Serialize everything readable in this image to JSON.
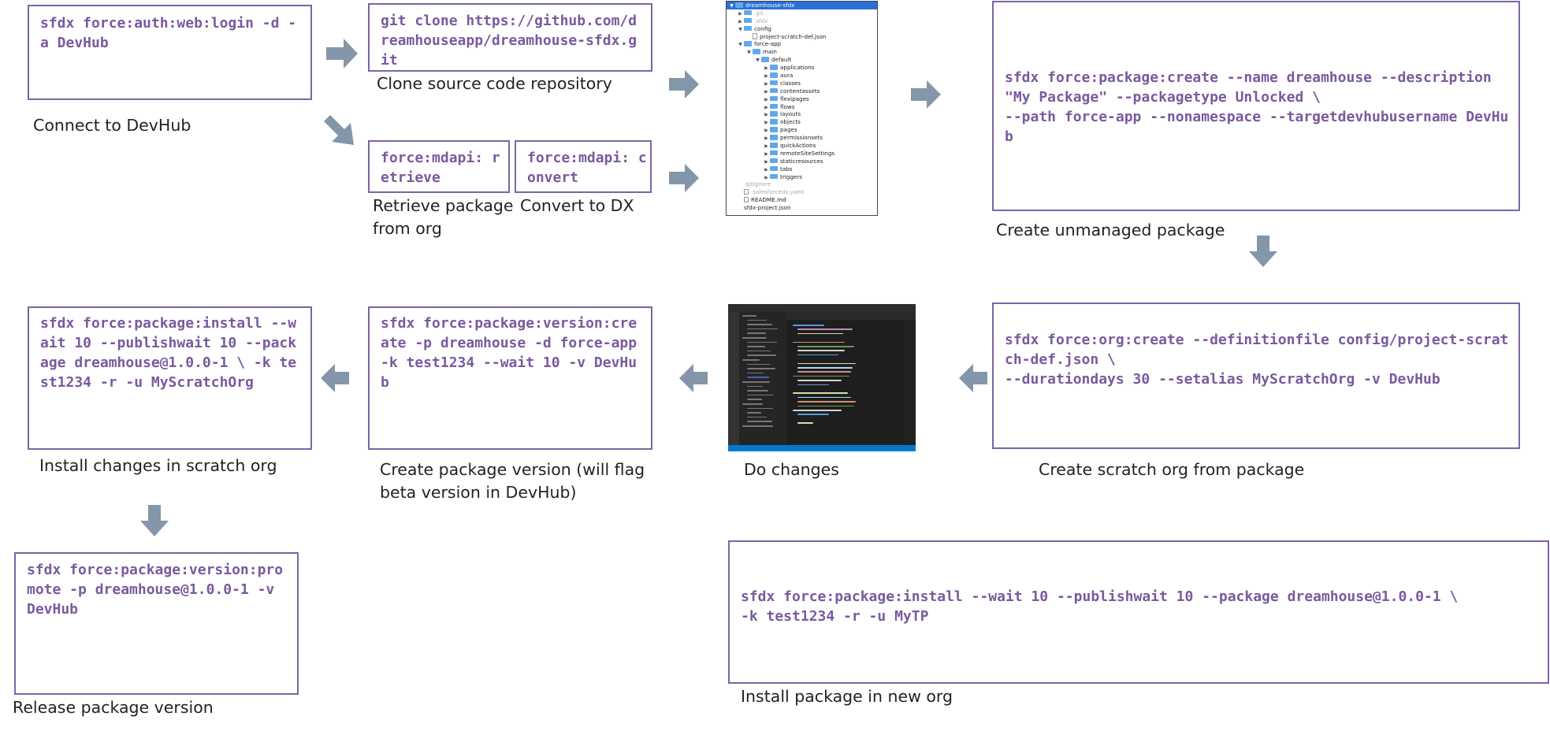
{
  "steps": {
    "connect": {
      "code": "sfdx force:auth:web:login -d -a DevHub",
      "caption": "Connect to DevHub"
    },
    "clone": {
      "code": "git clone https://github.com/dreamhouseapp/dreamhouse-sfdx.git",
      "caption": "Clone source code repository"
    },
    "retrieve": {
      "code": "force:mdapi: retrieve",
      "caption_l1": "Retrieve package",
      "caption_l2": "from org"
    },
    "convert": {
      "code": "force:mdapi: convert",
      "caption": "Convert to DX"
    },
    "create_package": {
      "code": "sfdx force:package:create --name dreamhouse --description \"My Package\" --packagetype Unlocked \\\n--path force-app --nonamespace --targetdevhubusername DevHub",
      "caption": "Create unmanaged package"
    },
    "scratch_org": {
      "code": "sfdx force:org:create --definitionfile config/project-scratch-def.json \\\n--durationdays 30 --setalias MyScratchOrg -v DevHub",
      "caption": "Create scratch org from package"
    },
    "do_changes": {
      "caption": "Do changes"
    },
    "package_version": {
      "code": "sfdx force:package:version:create -p dreamhouse -d force-app -k test1234 --wait 10 -v DevHub",
      "caption_l1": "Create package version (will flag",
      "caption_l2": "beta version in DevHub)"
    },
    "install_scratch": {
      "code": "sfdx force:package:install --wait 10 --publishwait 10 --package dreamhouse@1.0.0-1 \\ -k test1234 -r -u MyScratchOrg",
      "caption": "Install changes in scratch org"
    },
    "release": {
      "code": "sfdx force:package:version:promote -p dreamhouse@1.0.0-1 -v DevHub",
      "caption": "Release package version"
    },
    "install_new": {
      "code": "sfdx force:package:install --wait 10 --publishwait 10 --package dreamhouse@1.0.0-1 \\\n-k test1234 -r -u MyTP",
      "caption": "Install package in new org"
    }
  },
  "finder": {
    "rows": [
      {
        "indent": 0,
        "tri": "▼",
        "kind": "folder",
        "label": "dreamhouse-sfdx",
        "state": "selected"
      },
      {
        "indent": 1,
        "tri": "▶",
        "kind": "folder",
        "label": ".git",
        "state": "dim"
      },
      {
        "indent": 1,
        "tri": "▶",
        "kind": "folder",
        "label": ".sfdx",
        "state": "dim"
      },
      {
        "indent": 1,
        "tri": "▼",
        "kind": "folder",
        "label": "config",
        "state": ""
      },
      {
        "indent": 2,
        "tri": "",
        "kind": "file",
        "label": "project-scratch-def.json",
        "state": ""
      },
      {
        "indent": 1,
        "tri": "▼",
        "kind": "folder",
        "label": "force-app",
        "state": ""
      },
      {
        "indent": 2,
        "tri": "▼",
        "kind": "folder",
        "label": "main",
        "state": ""
      },
      {
        "indent": 3,
        "tri": "▼",
        "kind": "folder",
        "label": "default",
        "state": ""
      },
      {
        "indent": 4,
        "tri": "▶",
        "kind": "folder",
        "label": "applications",
        "state": ""
      },
      {
        "indent": 4,
        "tri": "▶",
        "kind": "folder",
        "label": "aura",
        "state": ""
      },
      {
        "indent": 4,
        "tri": "▶",
        "kind": "folder",
        "label": "classes",
        "state": ""
      },
      {
        "indent": 4,
        "tri": "▶",
        "kind": "folder",
        "label": "contentassets",
        "state": ""
      },
      {
        "indent": 4,
        "tri": "▶",
        "kind": "folder",
        "label": "flexipages",
        "state": ""
      },
      {
        "indent": 4,
        "tri": "▶",
        "kind": "folder",
        "label": "flows",
        "state": ""
      },
      {
        "indent": 4,
        "tri": "▶",
        "kind": "folder",
        "label": "layouts",
        "state": ""
      },
      {
        "indent": 4,
        "tri": "▶",
        "kind": "folder",
        "label": "objects",
        "state": ""
      },
      {
        "indent": 4,
        "tri": "▶",
        "kind": "folder",
        "label": "pages",
        "state": ""
      },
      {
        "indent": 4,
        "tri": "▶",
        "kind": "folder",
        "label": "permissionsets",
        "state": ""
      },
      {
        "indent": 4,
        "tri": "▶",
        "kind": "folder",
        "label": "quickActions",
        "state": ""
      },
      {
        "indent": 4,
        "tri": "▶",
        "kind": "folder",
        "label": "remoteSiteSettings",
        "state": ""
      },
      {
        "indent": 4,
        "tri": "▶",
        "kind": "folder",
        "label": "staticresources",
        "state": ""
      },
      {
        "indent": 4,
        "tri": "▶",
        "kind": "folder",
        "label": "tabs",
        "state": ""
      },
      {
        "indent": 4,
        "tri": "▶",
        "kind": "folder",
        "label": "triggers",
        "state": ""
      },
      {
        "indent": 1,
        "tri": "",
        "kind": "none",
        "label": ".gitignore",
        "state": "dim"
      },
      {
        "indent": 1,
        "tri": "",
        "kind": "file",
        "label": ".salesforcedx.yaml",
        "state": "dim"
      },
      {
        "indent": 1,
        "tri": "",
        "kind": "file",
        "label": "README.md",
        "state": ""
      },
      {
        "indent": 1,
        "tri": "",
        "kind": "none",
        "label": "sfdx-project.json",
        "state": ""
      }
    ]
  },
  "colors": {
    "border": "#7e64a6",
    "code": "#7a5a9e",
    "arrow": "#8496a9",
    "caption": "#222222"
  }
}
